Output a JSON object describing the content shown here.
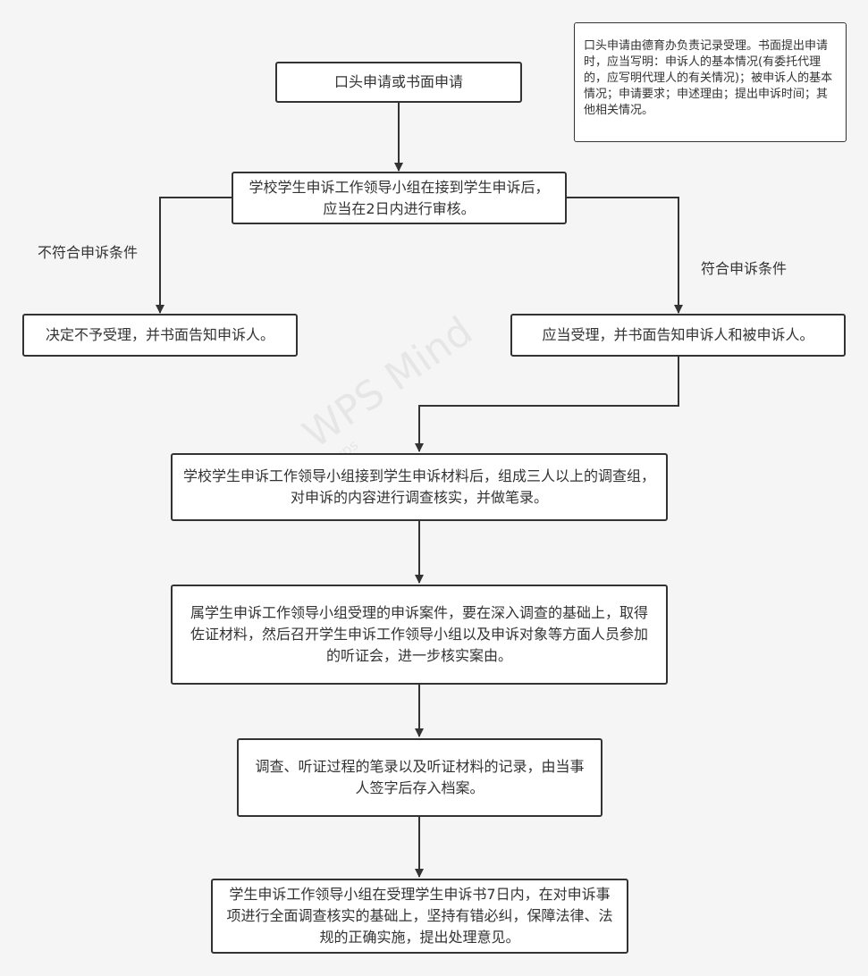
{
  "nodes": {
    "apply": "口头申请或书面申请",
    "review": "学校学生申诉工作领导小组在接到学生申诉后，应当在2日内进行审核。",
    "reject": "决定不予受理，并书面告知申诉人。",
    "accept": "应当受理，并书面告知申诉人和被申诉人。",
    "investigate": "学校学生申诉工作领导小组接到学生申诉材料后，组成三人以上的调查组，对申诉的内容进行调查核实，并做笔录。",
    "hearing": "属学生申诉工作领导小组受理的申诉案件，要在深入调查的基础上，取得佐证材料，然后召开学生申诉工作领导小组以及申诉对象等方面人员参加的听证会，进一步核实案由。",
    "archive": "调查、听证过程的笔录以及听证材料的记录，由当事人签字后存入档案。",
    "decision": "学生申诉工作领导小组在受理学生申诉书7日内，在对申诉事项进行全面调查核实的基础上，坚持有错必纠，保障法律、法规的正确实施，提出处理意见。"
  },
  "note": "口头申请由德育办负责记录受理。书面提出申请时，应当写明：申诉人的基本情况(有委托代理的，应写明代理人的有关情况)；被申诉人的基本情况；申请要求；申述理由；提出申诉时间；其他相关情况。",
  "edge_labels": {
    "not_eligible": "不符合申诉条件",
    "eligible": "符合申诉条件"
  },
  "watermark": {
    "main": "WPS Mind",
    "sub": "wps"
  },
  "colors": {
    "line": "#333333",
    "node_fill": "#ffffff",
    "background": "#f5f5f5"
  }
}
